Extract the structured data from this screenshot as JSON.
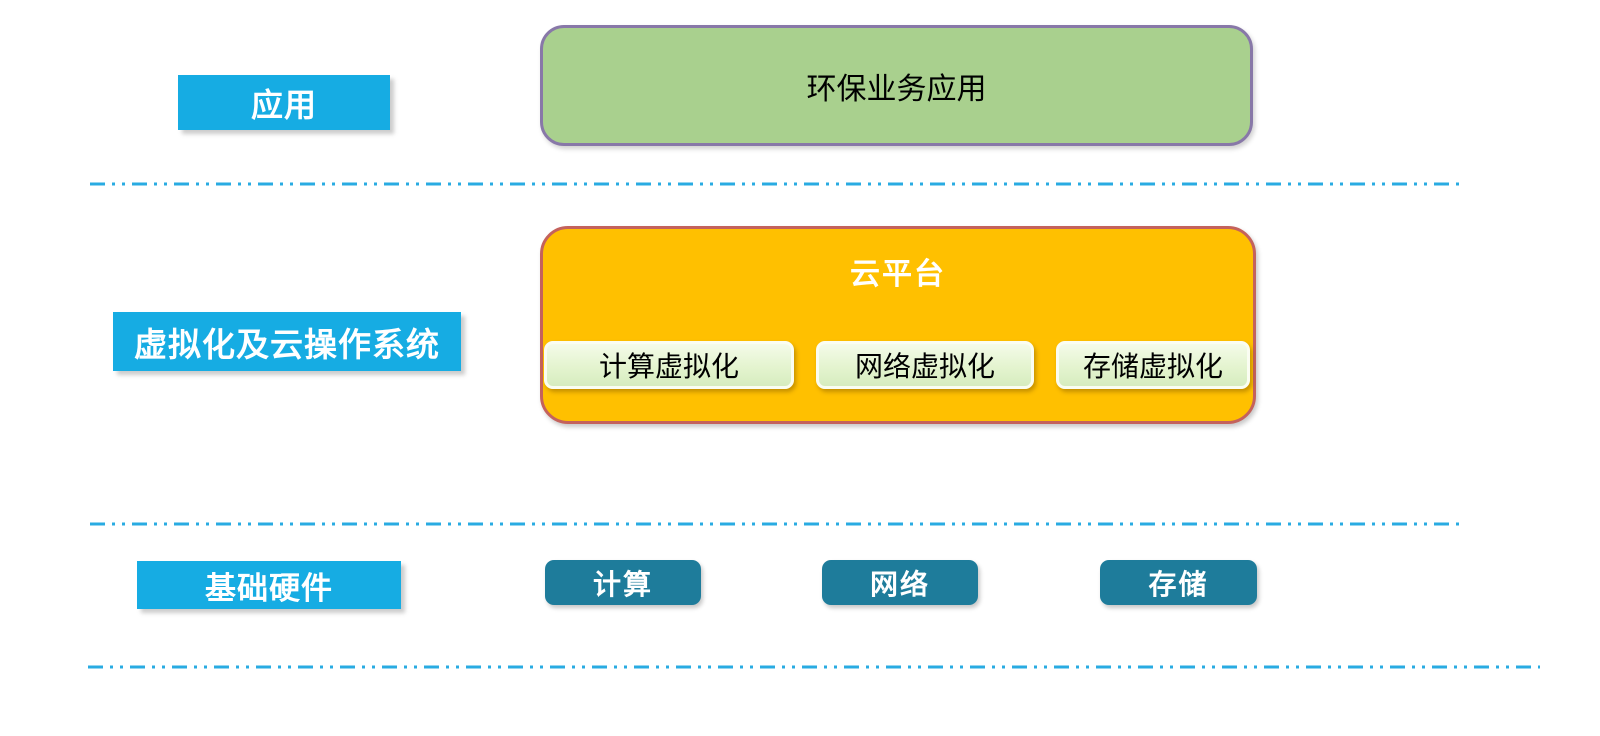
{
  "diagram": {
    "layers": [
      {
        "id": "application",
        "label": "应用",
        "app_box_title": "环保业务应用"
      },
      {
        "id": "virtualization",
        "label": "虚拟化及云操作系统",
        "platform_title": "云平台",
        "modules": [
          "计算虚拟化",
          "网络虚拟化",
          "存储虚拟化"
        ]
      },
      {
        "id": "hardware",
        "label": "基础硬件",
        "items": [
          "计算",
          "网络",
          "存储"
        ]
      }
    ]
  },
  "colors": {
    "label_cyan": "#16ACE3",
    "separator_blue": "#29ABE2",
    "app_green_fill": "#A9D08E",
    "app_green_border": "#8878A8",
    "platform_orange_fill": "#FFC000",
    "platform_orange_border": "#C4625C",
    "module_green_fill": "#E4F4CF",
    "module_green_border": "#FAFDF2",
    "hardware_teal": "#1E7C9B"
  }
}
